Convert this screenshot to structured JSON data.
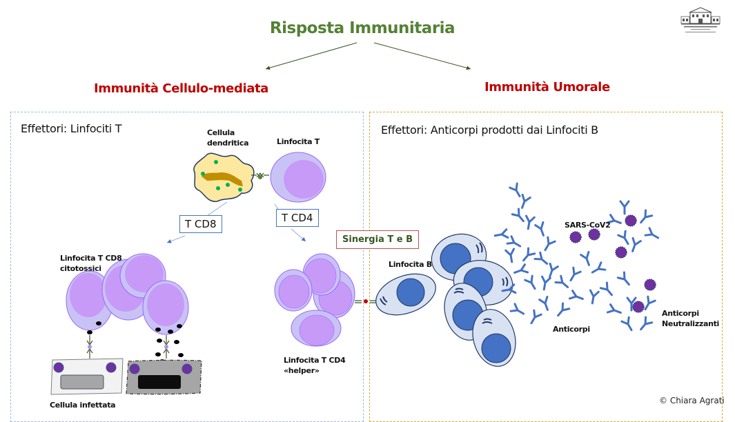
{
  "title": "Risposta Immunitaria",
  "branches": {
    "left": "Immunità Cellulo-mediata",
    "right": "Immunità Umorale"
  },
  "logo": {
    "icon": "institute-building-logo"
  },
  "left_panel": {
    "title": "Effettori: Linfociti T",
    "labels": {
      "dendritic_cell": [
        "Cellula",
        "dendritica"
      ],
      "t_cell": "Linfocita T",
      "cd8_box": "T CD8",
      "cd4_box": "T CD4",
      "cd8_cells": [
        "Linfocita T CD8",
        "citotossici"
      ],
      "infected_cell": "Cellula infettata",
      "cd4_helper": [
        "Linfocita T CD4",
        "«helper»"
      ]
    }
  },
  "synergy": "Sinergia T e B",
  "right_panel": {
    "title": "Effettori: Anticorpi prodotti dai Linfociti B",
    "labels": {
      "b_cell": "Linfocita B",
      "virus": "SARS-CoV2",
      "antibodies": "Anticorpi",
      "neutralizing": [
        "Anticorpi",
        "Neutralizzanti"
      ]
    }
  },
  "copyright": "© Chiara Agrati",
  "colors": {
    "title_green": "#538135",
    "branch_red": "#c00000",
    "t_cell_outer": "#c9c3f5",
    "t_cell_inner": "#c79af7",
    "b_cell_outer": "#d9e2f3",
    "b_cell_nucleus": "#4472c4",
    "antibody": "#4472c4",
    "virus": "#7030a0",
    "dendritic": "#fde8a0"
  }
}
